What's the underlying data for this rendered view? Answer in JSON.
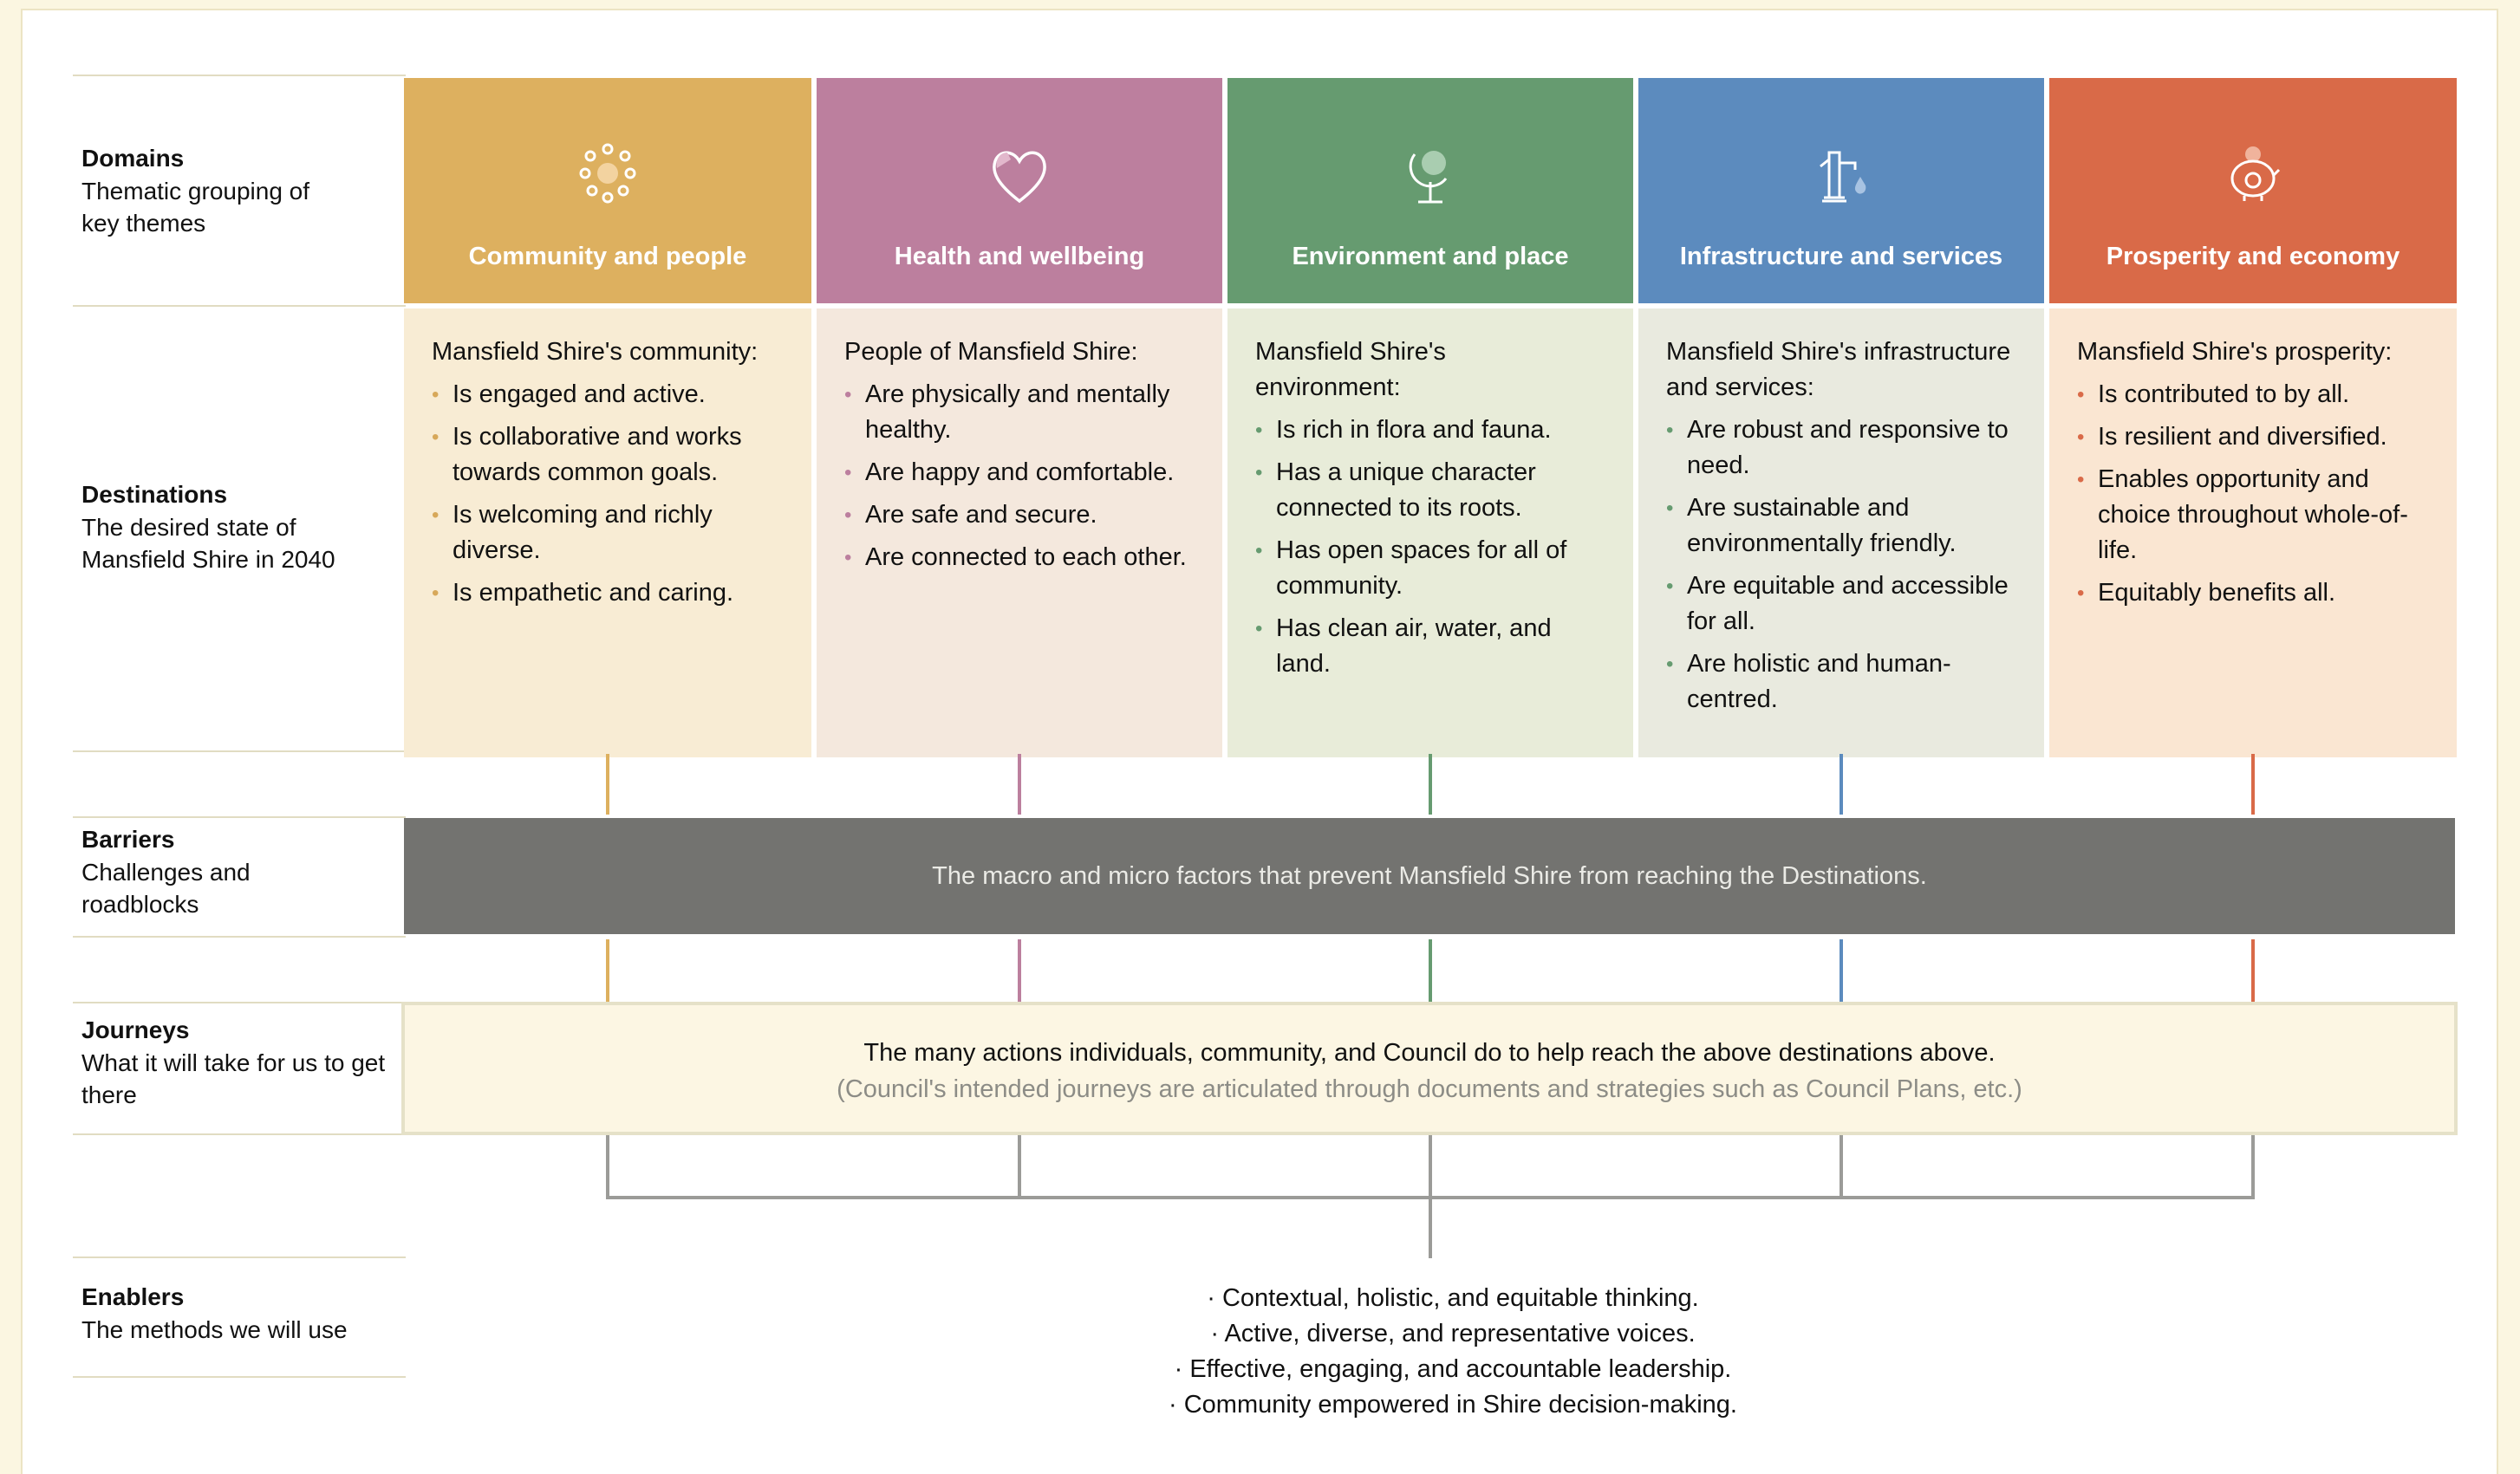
{
  "rows": {
    "domains": {
      "title": "Domains",
      "subtitle": "Thematic grouping of key themes"
    },
    "destinations": {
      "title": "Destinations",
      "subtitle": "The desired state of Mansfield Shire in 2040"
    },
    "barriers": {
      "title": "Barriers",
      "subtitle": "Challenges and roadblocks"
    },
    "journeys": {
      "title": "Journeys",
      "subtitle": "What it will take for us to get there"
    },
    "enablers": {
      "title": "Enablers",
      "subtitle": "The methods we will use"
    }
  },
  "domains": [
    {
      "name": "Community and people",
      "icon": "community-icon",
      "color": "#ddb05f",
      "bg": "#f8ecd4",
      "bullet_color": "#d7a85a",
      "intro": "Mansfield Shire's community:",
      "items": [
        "Is engaged and active.",
        "Is collaborative and works towards common goals.",
        "Is welcoming and richly diverse.",
        "Is empathetic and caring."
      ]
    },
    {
      "name": "Health and wellbeing",
      "icon": "heart-icon",
      "color": "#bc7f9e",
      "bg": "#f4e8dd",
      "bullet_color": "#bc7f9e",
      "intro": "People of Mansfield Shire:",
      "items": [
        "Are physically and mentally healthy.",
        "Are happy and comfortable.",
        "Are safe and secure.",
        "Are connected to each other."
      ]
    },
    {
      "name": "Environment and place",
      "icon": "globe-icon",
      "color": "#669b70",
      "bg": "#e8ecd9",
      "bullet_color": "#669b70",
      "intro": "Mansfield Shire's environment:",
      "items": [
        "Is rich in flora and fauna.",
        "Has a unique character connected to its roots.",
        "Has open spaces for all of community.",
        "Has clean air, water, and land."
      ]
    },
    {
      "name": "Infrastructure and services",
      "icon": "water-pump-icon",
      "color": "#5c8bbe",
      "bg": "#e9eadf",
      "bullet_color": "#669b70",
      "intro": "Mansfield Shire's infrastructure and services:",
      "items": [
        "Are robust and responsive to  need.",
        "Are sustainable and environmentally friendly.",
        "Are equitable and accessible for all.",
        "Are holistic and human-centred."
      ]
    },
    {
      "name": "Prosperity and economy",
      "icon": "piggy-bank-icon",
      "color": "#d96a48",
      "bg": "#fae6d2",
      "bullet_color": "#d96a48",
      "intro": "Mansfield Shire's prosperity:",
      "items": [
        "Is contributed to by all.",
        "Is resilient and diversified.",
        "Enables opportunity and choice throughout whole-of-life.",
        "Equitably benefits all."
      ]
    }
  ],
  "barriers_text": "The macro and micro factors that prevent Mansfield Shire from reaching the Destinations.",
  "journeys_text": {
    "main": "The many actions individuals, community, and Council do to help reach the above destinations above.",
    "note": "(Council's intended journeys are articulated through documents and strategies such as Council Plans, etc.)"
  },
  "enablers": [
    "· Contextual, holistic, and equitable thinking.",
    "· Active, diverse, and representative voices.",
    "· Effective, engaging, and accountable leadership.",
    "· Community empowered in Shire decision-making."
  ]
}
